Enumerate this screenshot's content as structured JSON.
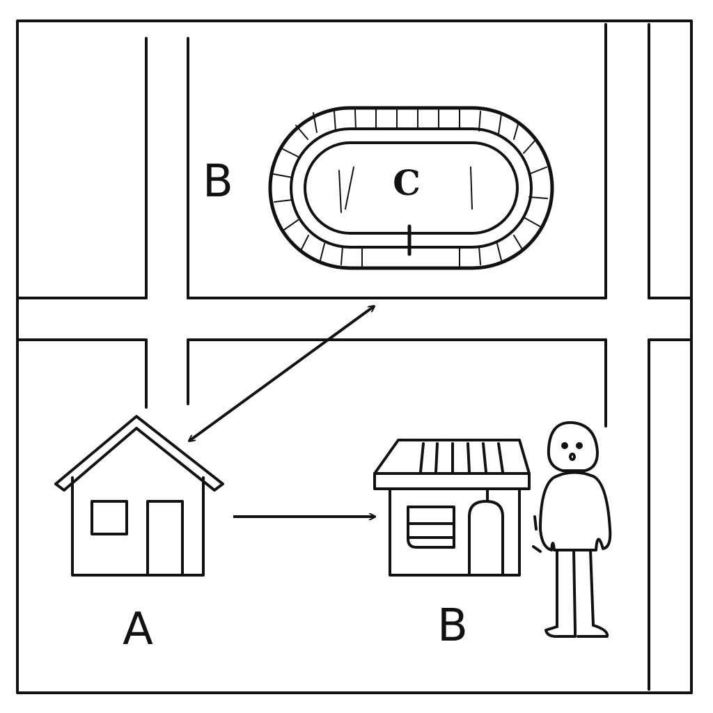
{
  "labels": {
    "top_left_block": "B",
    "track": "C",
    "house": "A",
    "shop": "B"
  },
  "colors": {
    "ink": "#111111",
    "background": "#ffffff"
  },
  "icons": {
    "house": "house-icon",
    "shop": "shop-icon",
    "person": "person-icon",
    "track": "running-track-icon"
  }
}
